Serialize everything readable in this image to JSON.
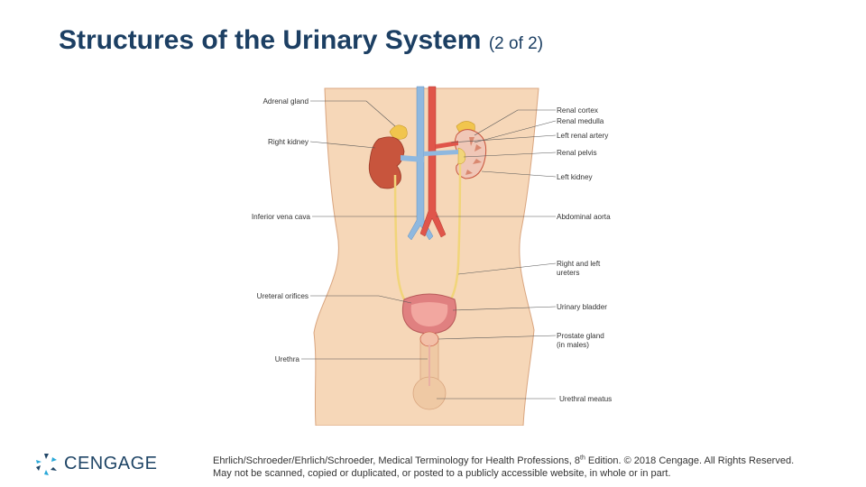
{
  "slide": {
    "title": "Structures of the Urinary System",
    "title_suffix": "(2 of 2)"
  },
  "diagram": {
    "labels_left": {
      "adrenal_gland": "Adrenal gland",
      "right_kidney": "Right kidney",
      "inferior_vena_cava": "Inferior vena cava",
      "ureteral_orifices": "Ureteral orifices",
      "urethra": "Urethra"
    },
    "labels_right": {
      "renal_cortex": "Renal cortex",
      "renal_medulla": "Renal medulla",
      "left_renal_artery": "Left renal artery",
      "renal_pelvis": "Renal pelvis",
      "left_kidney": "Left kidney",
      "abdominal_aorta": "Abdominal aorta",
      "ureters_line1": "Right and left",
      "ureters_line2": "ureters",
      "urinary_bladder": "Urinary bladder",
      "prostate_line1": "Prostate gland",
      "prostate_line2": "(in males)",
      "urethral_meatus": "Urethral meatus"
    }
  },
  "footer": {
    "logo_text": "CENGAGE",
    "credit_line1_a": "Ehrlich/Schroeder/Ehrlich/Schroeder, Medical Terminology for Health Professions, 8",
    "credit_sup": "th",
    "credit_line1_b": " Edition. © 2018 Cengage. All Rights Reserved.",
    "credit_line2": "May not be scanned, copied or duplicated, or posted to a publicly accessible website, in whole or in part."
  },
  "colors": {
    "title": "#1c3f63",
    "skin": "#f6d7b8",
    "skin_outline": "#d9a57f",
    "kidney": "#c8553d",
    "vein": "#8fb8df",
    "artery": "#e0554a",
    "bladder": "#e08080",
    "logo_accent": "#29a8d8"
  }
}
